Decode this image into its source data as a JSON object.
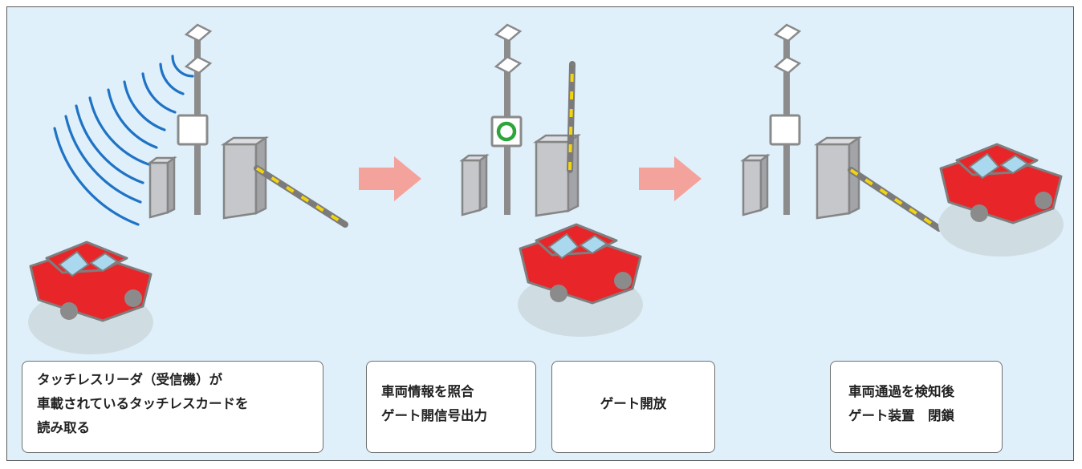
{
  "colors": {
    "background": "#dff0fb",
    "car_red": "#e8262a",
    "arrow_pink": "#f4a39c",
    "signal_blue": "#1f73c4",
    "ok_green": "#2ea43a",
    "bar_yellow": "#f2d40f"
  },
  "icons": [
    "touchless-reader-waves",
    "antenna-pole",
    "gate-post",
    "gate-bar",
    "car",
    "step-arrow",
    "gate-open-ok-circle"
  ],
  "steps": [
    {
      "lines": [
        "タッチレスリーダ（受信機）が",
        "車載されているタッチレスカードを",
        "読み取る"
      ]
    },
    {
      "lines": [
        "車両情報を照合",
        "ゲート開信号出力"
      ]
    },
    {
      "lines": [
        "ゲート開放"
      ]
    },
    {
      "lines": [
        "車両通過を検知後",
        "ゲート装置　閉鎖"
      ]
    }
  ]
}
